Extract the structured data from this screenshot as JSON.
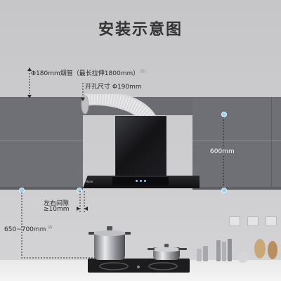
{
  "title": "安装示意图",
  "labels": {
    "pipe_main": "Φ180mm烟管（最长拉伸1800mm）",
    "pipe_note": "(1)",
    "hole_size": "开孔尺寸 Φ190mm",
    "cabinet_height": "600mm",
    "gap_label": "左右间隙",
    "gap_value": "≥10mm",
    "height_range": "650~700mm",
    "height_note": "(2)",
    "brand": "Haier"
  },
  "colors": {
    "cabinet": "#6f7075",
    "hood": "#141417",
    "marker": "#9fd2e8",
    "text": "#2a2a2a"
  },
  "icons": [
    "duct-pipe-icon",
    "stock-pot-icon",
    "saucepan-icon",
    "gas-stove-icon",
    "wall-outlet-icon"
  ]
}
